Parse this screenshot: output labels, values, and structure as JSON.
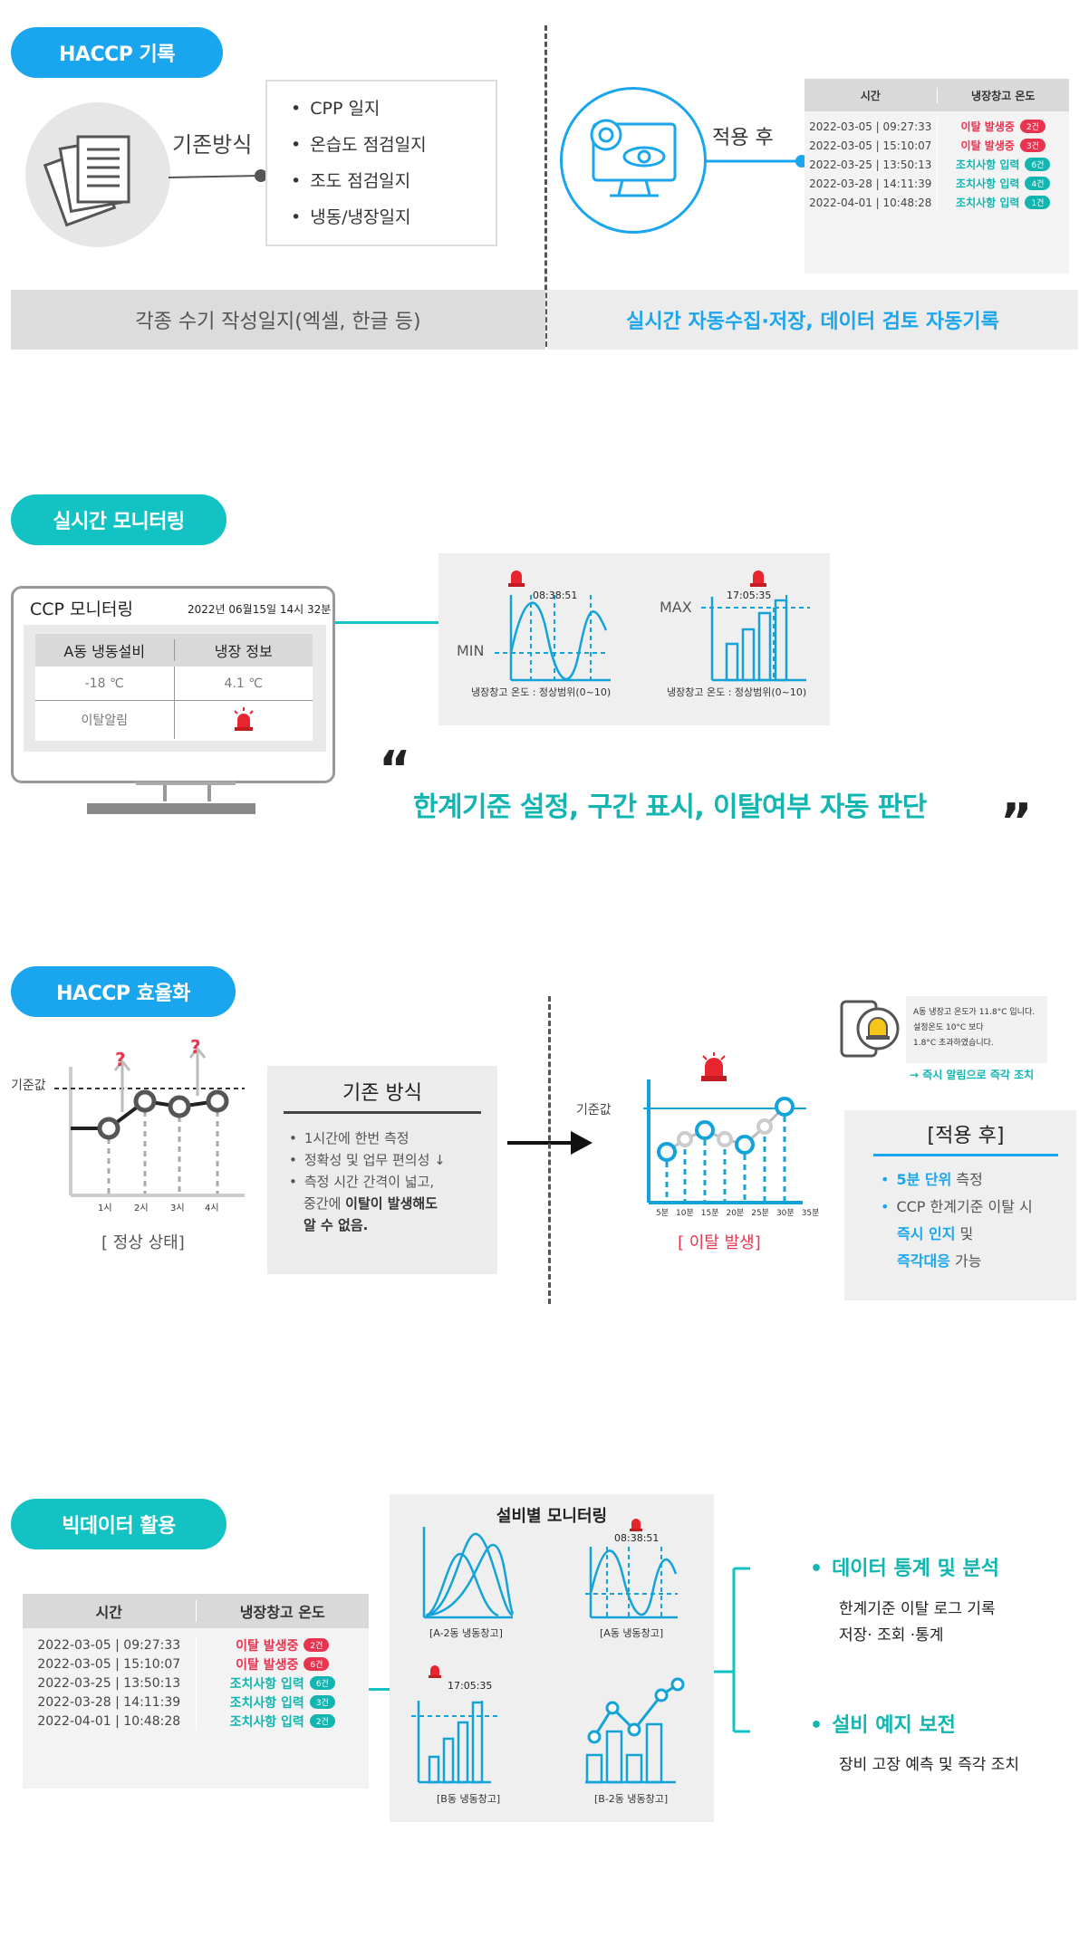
{
  "s1": {
    "pill": "HACCP 기록",
    "legacy_label": "기존방식",
    "legacy_items": [
      "CPP 일지",
      "온습도 점검일지",
      "조도 점검일지",
      "냉동/냉장일지"
    ],
    "after_label": "적용 후",
    "bar_left": "각종 수기 작성일지(엑셀, 한글 등)",
    "bar_right": "실시간 자동수집·저장, 데이터 검토 자동기록",
    "table": {
      "headers": [
        "시간",
        "냉장창고 온도"
      ],
      "rows": [
        {
          "time": "2022-03-05 | 09:27:33",
          "status": "이탈 발생중",
          "count": "2건",
          "type": "r"
        },
        {
          "time": "2022-03-05 | 15:10:07",
          "status": "이탈 발생중",
          "count": "3건",
          "type": "r"
        },
        {
          "time": "2022-03-25 | 13:50:13",
          "status": "조치사항 입력",
          "count": "6건",
          "type": "g"
        },
        {
          "time": "2022-03-28 | 14:11:39",
          "status": "조치사항 입력",
          "count": "4건",
          "type": "g"
        },
        {
          "time": "2022-04-01 | 10:48:28",
          "status": "조치사항 입력",
          "count": "1건",
          "type": "g"
        }
      ]
    }
  },
  "s2": {
    "pill": "실시간 모니터링",
    "monitor_title": "CCP 모니터링",
    "monitor_date": "2022년 06월15일 14시 32분",
    "col1": "A동 냉동설비",
    "col2": "냉장 정보",
    "v1": "-18 ℃",
    "v2": "4.1 ℃",
    "alarm_label": "이탈알림",
    "chart1_time": "08:38:51",
    "chart1_min": "MIN",
    "chart1_caption": "냉장창고 온도 : 정상범위(0~10)",
    "chart2_time": "17:05:35",
    "chart2_max": "MAX",
    "chart2_caption": "냉장창고 온도 : 정상범위(0~10)",
    "quote_open": "“",
    "quote_close": "”",
    "quote": "한계기준 설정, 구간 표시,  이탈여부 자동 판단"
  },
  "s3": {
    "pill": "HACCP 효율화",
    "base_label": "기준값",
    "x_ticks": [
      "1시",
      "2시",
      "3시",
      "4시"
    ],
    "q": "?",
    "normal_label": "[ 정상 상태]",
    "legacy_title": "기존 방식",
    "legacy_items": [
      "1시간에 한번 측정",
      "정확성 및 업무 편의성 ↓",
      "측정 시간 간격이 넓고,"
    ],
    "legacy_item3b": "중간에 ",
    "legacy_item3c": "이탈이 발생해도",
    "legacy_item3d": "알 수 없음.",
    "base_label2": "기준값",
    "x_ticks2": [
      "5분",
      "10분",
      "15분",
      "20분",
      "25분",
      "30분",
      "35분"
    ],
    "deviation_label": "[ 이탈 발생]",
    "notice_lines": [
      "A동 냉장고 온도가 11.8°C 입니다.",
      "설정온도 10°C 보다",
      "1.8°C  초과하였습니다."
    ],
    "notice_link": "→ 즉시 알림으로 즉각 조치",
    "after_title": "[적용 후]",
    "after_a1": "5분 단위",
    "after_a2": " 측정",
    "after_b": "CCP 한계기준 이탈 시",
    "after_c1": "즉시 인지",
    "after_c2": " 및",
    "after_d1": "즉각대응",
    "after_d2": " 가능"
  },
  "s4": {
    "pill": "빅데이터 활용",
    "table": {
      "headers": [
        "시간",
        "냉장창고 온도"
      ],
      "rows": [
        {
          "time": "2022-03-05 | 09:27:33",
          "status": "이탈 발생중",
          "count": "2건",
          "type": "r"
        },
        {
          "time": "2022-03-05 | 15:10:07",
          "status": "이탈 발생중",
          "count": "6건",
          "type": "r"
        },
        {
          "time": "2022-03-25 | 13:50:13",
          "status": "조치사항 입력",
          "count": "6건",
          "type": "g"
        },
        {
          "time": "2022-03-28 | 14:11:39",
          "status": "조치사항 입력",
          "count": "3건",
          "type": "g"
        },
        {
          "time": "2022-04-01 | 10:48:28",
          "status": "조치사항 입력",
          "count": "2건",
          "type": "g"
        }
      ]
    },
    "panel_title": "설비별 모니터링",
    "c1": "[A-2동 냉동창고]",
    "c2_time": "08:38:51",
    "c2": "[A동 냉동창고]",
    "c3_time": "17:05:35",
    "c3": "[B동 냉동창고]",
    "c4": "[B-2동 냉동창고]",
    "h1": "데이터 통계 및 분석",
    "h1a": "한계기준 이탈 로그 기록",
    "h1b": "저장· 조회 ·통계",
    "h2": "설비 예지 보전",
    "h2a": "장비 고장 예측 및 즉각 조치"
  }
}
